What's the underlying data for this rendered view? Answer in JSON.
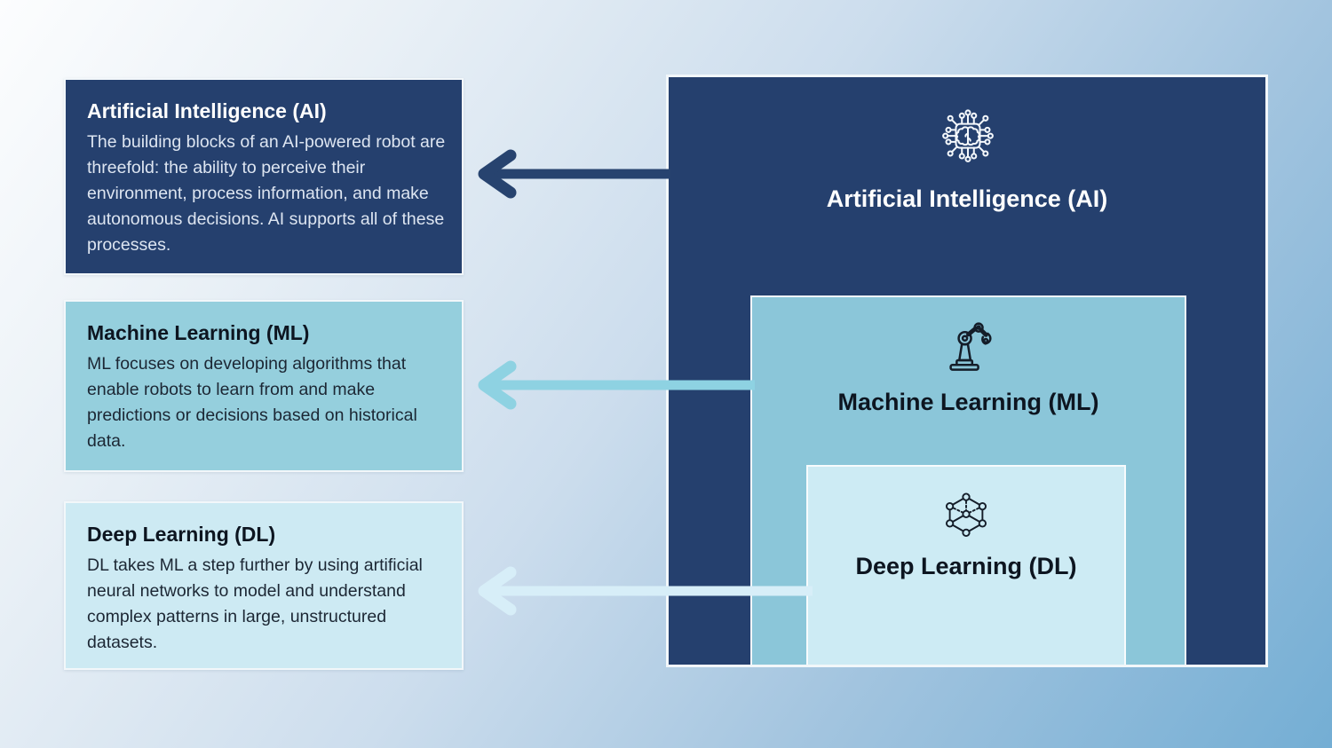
{
  "diagram_title": "AI vs ML vs DL nested concept diagram",
  "colors": {
    "background_gradient_from": "#fcfdfe",
    "background_gradient_to": "#74aed4",
    "navy": "#25406e",
    "medium_blue": "#8bc6d9",
    "light_blue": "#cdebf4",
    "panel_ml_blue": "#95cfdd",
    "panel_dl_blue": "#cdeaf3",
    "border_white": "#f2f7fa",
    "arrow_navy": "#27436f",
    "arrow_medium": "#8ed2e2",
    "arrow_light": "#d7eef8",
    "text_on_navy": "#ffffff",
    "body_on_navy": "#dde5f1",
    "text_dark": "#0d1520"
  },
  "left_panels": [
    {
      "id": "ai",
      "title": "Artificial Intelligence (AI)",
      "body": "The building blocks of an AI-powered robot are threefold: the ability to perceive their environment, process information, and make autonomous decisions. AI supports all of these processes."
    },
    {
      "id": "ml",
      "title": "Machine Learning (ML)",
      "body": "ML focuses on developing algorithms that enable robots to learn from and make predictions or decisions based on historical data."
    },
    {
      "id": "dl",
      "title": "Deep Learning (DL)",
      "body": "DL takes ML a step further by using artificial neural networks to model and understand complex patterns in large, unstructured datasets."
    }
  ],
  "nested_boxes": [
    {
      "id": "ai",
      "label": "Artificial Intelligence (AI)",
      "icon": "ai-chip-brain-icon"
    },
    {
      "id": "ml",
      "label": "Machine Learning (ML)",
      "icon": "robot-arm-icon"
    },
    {
      "id": "dl",
      "label": "Deep Learning (DL)",
      "icon": "neural-network-icon"
    }
  ],
  "arrows": [
    {
      "from": "ai-box",
      "to": "ai-panel",
      "color": "#27436f"
    },
    {
      "from": "ml-box",
      "to": "ml-panel",
      "color": "#8ed2e2"
    },
    {
      "from": "dl-box",
      "to": "dl-panel",
      "color": "#d7eef8"
    }
  ]
}
